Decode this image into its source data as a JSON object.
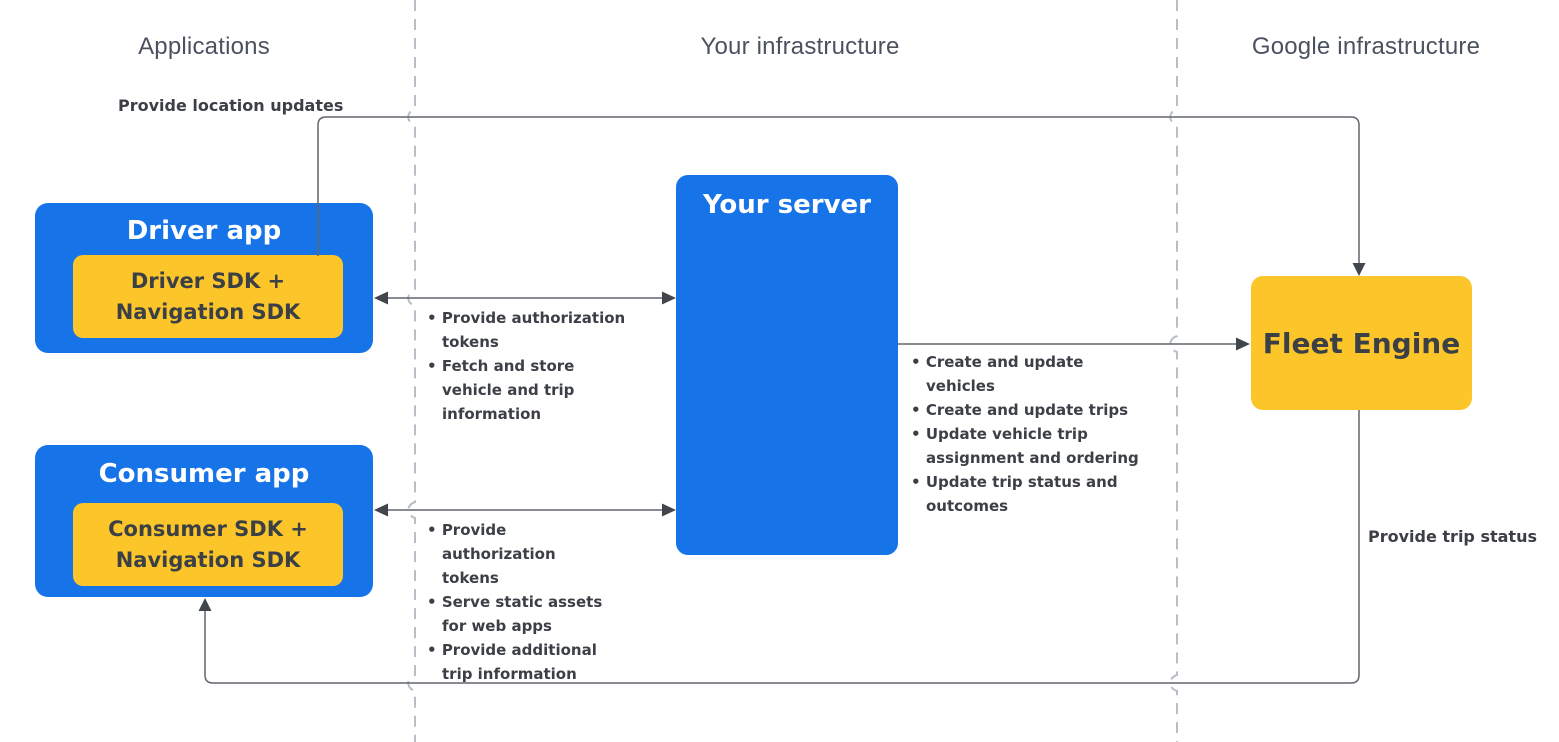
{
  "columns": [
    {
      "label": "Applications"
    },
    {
      "label": "Your infrastructure"
    },
    {
      "label": "Google infrastructure"
    }
  ],
  "nodes": {
    "driver_app": {
      "title": "Driver app",
      "sdk_lines": [
        "Driver SDK +",
        "Navigation SDK"
      ]
    },
    "consumer_app": {
      "title": "Consumer app",
      "sdk_lines": [
        "Consumer SDK +",
        "Navigation SDK"
      ]
    },
    "your_server": {
      "title": "Your server"
    },
    "fleet_engine": {
      "title": "Fleet Engine"
    }
  },
  "labels": {
    "provide_location_updates": "Provide location updates",
    "provide_trip_status": "Provide trip status"
  },
  "flows": {
    "driver_server": {
      "bullets": [
        "Provide authorization tokens",
        "Fetch and store vehicle and trip information"
      ]
    },
    "server_fleet": {
      "bullets": [
        "Create and update vehicles",
        "Create and update trips",
        "Update vehicle trip assignment and ordering",
        "Update trip status and outcomes"
      ]
    },
    "consumer_server": {
      "bullets": [
        "Provide authorization tokens",
        "Serve static assets for web apps",
        "Provide additional trip information"
      ]
    }
  },
  "colors": {
    "node_blue": "#1673e8",
    "node_yellow": "#fcc62a",
    "text_dark": "#3c4046",
    "header_gray": "#4a5260",
    "wire_gray": "#60666e",
    "divider_gray": "#b9bec6"
  }
}
